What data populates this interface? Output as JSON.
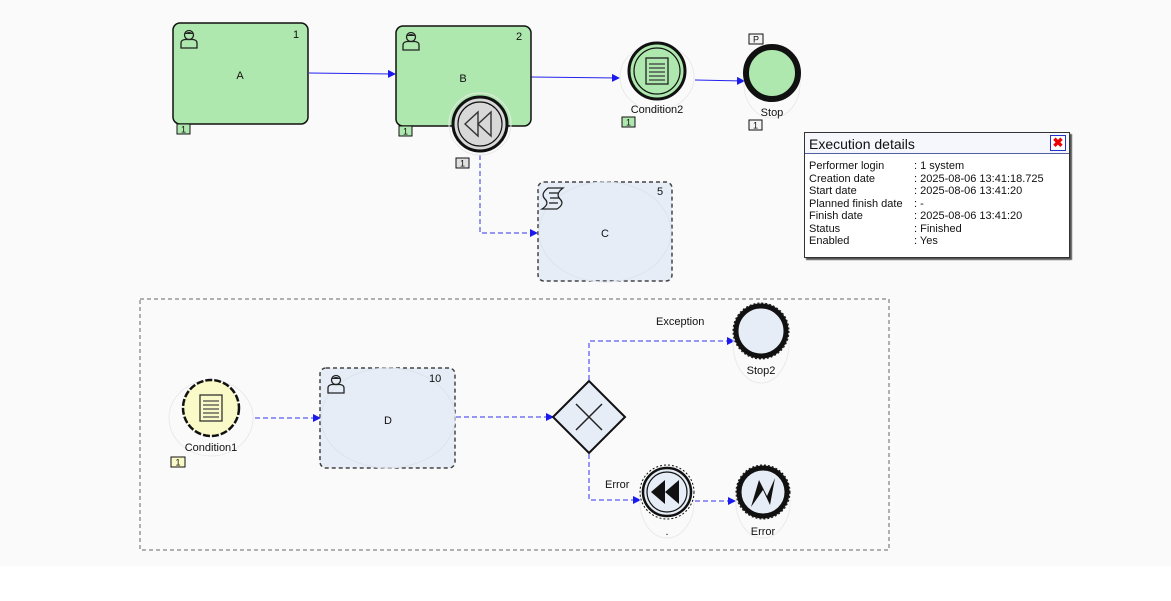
{
  "nodes": {
    "A": {
      "label": "A",
      "number": "1",
      "badge": "1"
    },
    "B": {
      "label": "B",
      "number": "2",
      "badge": "1"
    },
    "B_boundary": {
      "badge": "1"
    },
    "C": {
      "label": "C",
      "number": "5"
    },
    "Condition2": {
      "label": "Condition2",
      "badge": "1"
    },
    "Stop": {
      "label": "Stop",
      "badge": "1",
      "top_badge": "P"
    },
    "Condition1": {
      "label": "Condition1",
      "badge": "1"
    },
    "D": {
      "label": "D",
      "number": "10"
    },
    "Stop2": {
      "label": "Stop2"
    },
    "Compensate": {
      "label": "."
    },
    "ErrorEnd": {
      "label": "Error"
    }
  },
  "edges": {
    "exception_label": "Exception",
    "error_label": "Error"
  },
  "details": {
    "title": "Execution details",
    "close": "✖",
    "rows": [
      {
        "key": "Performer login",
        "value": ": 1 system"
      },
      {
        "key": "Creation date",
        "value": ": 2025-08-06 13:41:18.725"
      },
      {
        "key": "Start date",
        "value": ": 2025-08-06 13:41:20"
      },
      {
        "key": "Planned finish date",
        "value": ": -"
      },
      {
        "key": "Finish date",
        "value": ": 2025-08-06 13:41:20"
      },
      {
        "key": "Status",
        "value": ": Finished"
      },
      {
        "key": "Enabled",
        "value": ": Yes"
      }
    ]
  },
  "colors": {
    "completed_fill": "#aee8ae",
    "pending_fill": "#e6edf7",
    "condition_fill": "#fafac8",
    "flow_line": "#2222ee"
  }
}
